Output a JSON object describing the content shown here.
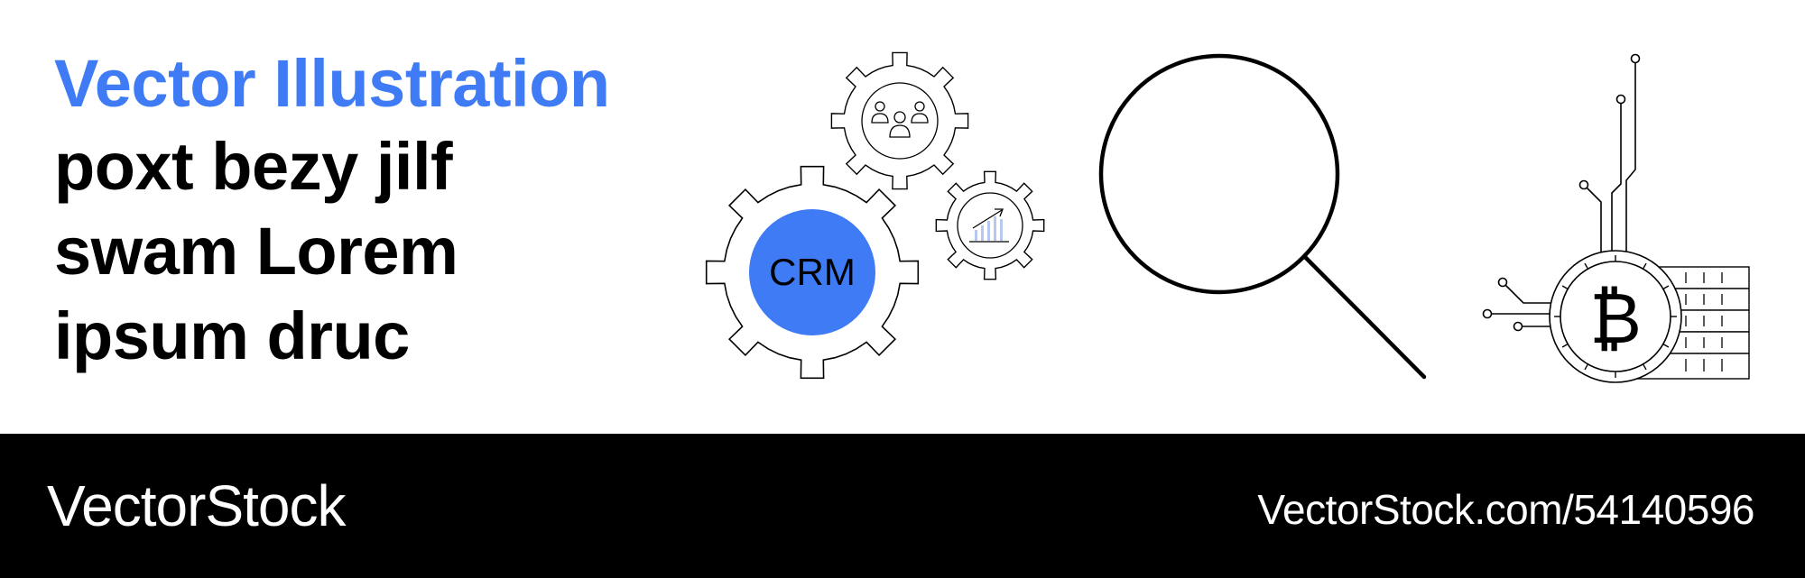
{
  "headline": {
    "accent": "Vector Illustration",
    "lines": [
      "poxt bezy jilf",
      "swam Lorem",
      "ipsum druc"
    ]
  },
  "illustration": {
    "gear_label": "CRM",
    "coin_symbol": "₿",
    "icons": [
      "crm-gear-icon",
      "people-gear-icon",
      "growth-chart-gear-icon",
      "magnifying-glass-icon",
      "bitcoin-coin-icon",
      "circuit-lines-icon",
      "coin-stack-icon"
    ]
  },
  "footer": {
    "brand": "VectorStock",
    "url": "VectorStock.com/54140596"
  },
  "colors": {
    "accent": "#3e7bf5",
    "footer_bg": "#000000",
    "text": "#000000"
  }
}
